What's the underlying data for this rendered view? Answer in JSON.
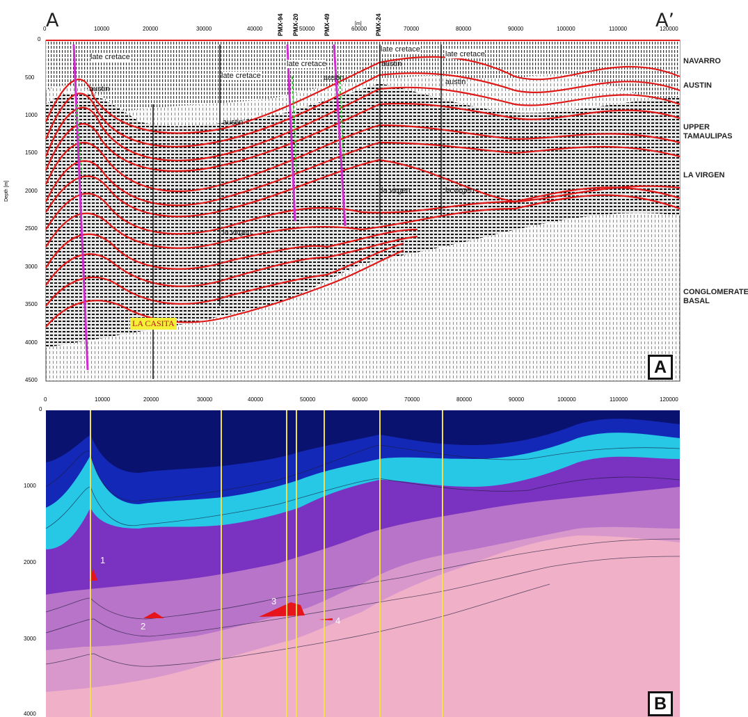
{
  "section": {
    "left_label": "A",
    "right_label": "A’"
  },
  "panel_a": {
    "tag": "A",
    "x_ticks": [
      "0",
      "10000",
      "20000",
      "30000",
      "40000",
      "50000",
      "60000",
      "70000",
      "80000",
      "90000",
      "100000",
      "110000",
      "120000"
    ],
    "x_unit": "[m]",
    "y_ticks": [
      "0",
      "500",
      "1000",
      "1500",
      "2000",
      "2500",
      "3000",
      "3500",
      "4000",
      "4500"
    ],
    "y_label": "Depth [m]",
    "wells": [
      "PMX-94",
      "PMX-20",
      "PMX-49",
      "PMX-24"
    ],
    "horizon_notes": [
      "late cretace",
      "late cretace",
      "late cretace",
      "late cretace",
      "late cretace",
      "austin",
      "austin",
      "austin",
      "austin",
      "austin",
      "la virgen",
      "la virgen",
      "la virgen"
    ],
    "highlight_label": "LA CASITA",
    "formations": [
      "NAVARRO",
      "AUSTIN",
      "UPPER TAMAULIPAS",
      "LA VIRGEN",
      "CONGLOMERATE BASAL"
    ]
  },
  "panel_b": {
    "tag": "B",
    "x_ticks": [
      "0",
      "10000",
      "20000",
      "30000",
      "40000",
      "50000",
      "60000",
      "70000",
      "80000",
      "90000",
      "100000",
      "110000",
      "120000"
    ],
    "y_ticks": [
      "0",
      "1000",
      "2000",
      "3000",
      "4000"
    ],
    "traps": [
      "1",
      "2",
      "3",
      "4"
    ],
    "colors": {
      "navy": "#0a1270",
      "blue": "#1428b8",
      "cyan": "#26c8e6",
      "purple": "#7a32c0",
      "magenta": "#a855c4",
      "pink": "#f0b0c8",
      "trap": "#e8141c",
      "well": "#f0de4a"
    }
  }
}
